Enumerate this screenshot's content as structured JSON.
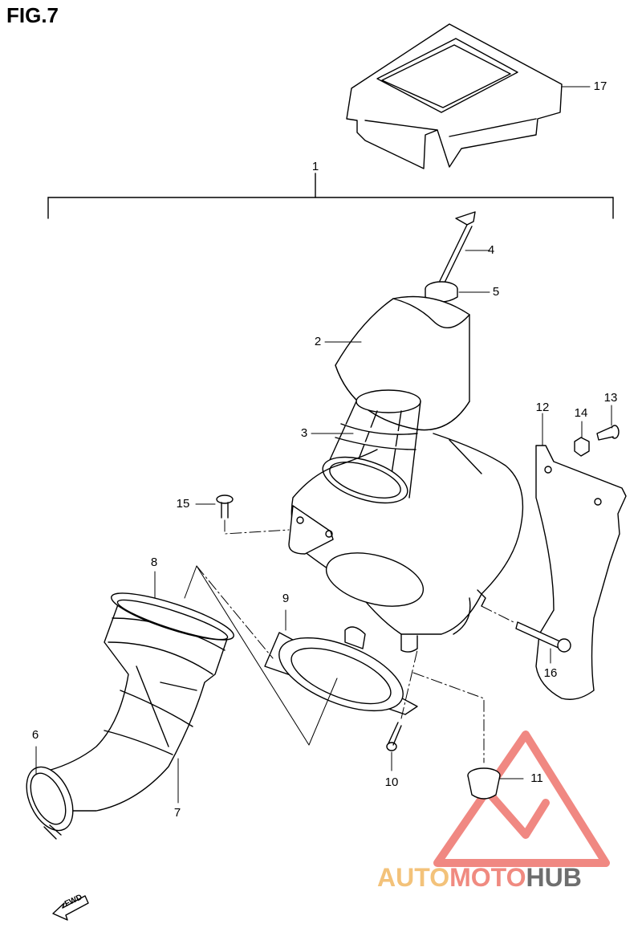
{
  "figure": {
    "title": "FIG.7"
  },
  "callouts": [
    {
      "id": "1",
      "label": "1"
    },
    {
      "id": "2",
      "label": "2"
    },
    {
      "id": "3",
      "label": "3"
    },
    {
      "id": "4",
      "label": "4"
    },
    {
      "id": "5",
      "label": "5"
    },
    {
      "id": "6",
      "label": "6"
    },
    {
      "id": "7",
      "label": "7"
    },
    {
      "id": "8",
      "label": "8"
    },
    {
      "id": "9",
      "label": "9"
    },
    {
      "id": "10",
      "label": "10"
    },
    {
      "id": "11",
      "label": "11"
    },
    {
      "id": "12",
      "label": "12"
    },
    {
      "id": "13",
      "label": "13"
    },
    {
      "id": "14",
      "label": "14"
    },
    {
      "id": "15",
      "label": "15"
    },
    {
      "id": "16",
      "label": "16"
    },
    {
      "id": "17",
      "label": "17"
    }
  ],
  "fwd_label": "FWD",
  "watermark": {
    "parts": [
      "AUTO",
      "MOTO",
      "HUB"
    ],
    "colors": {
      "auto": "#f3c27a",
      "moto": "#f08a80",
      "hub": "#6e6e6e",
      "logo": "#ef7c75"
    }
  }
}
